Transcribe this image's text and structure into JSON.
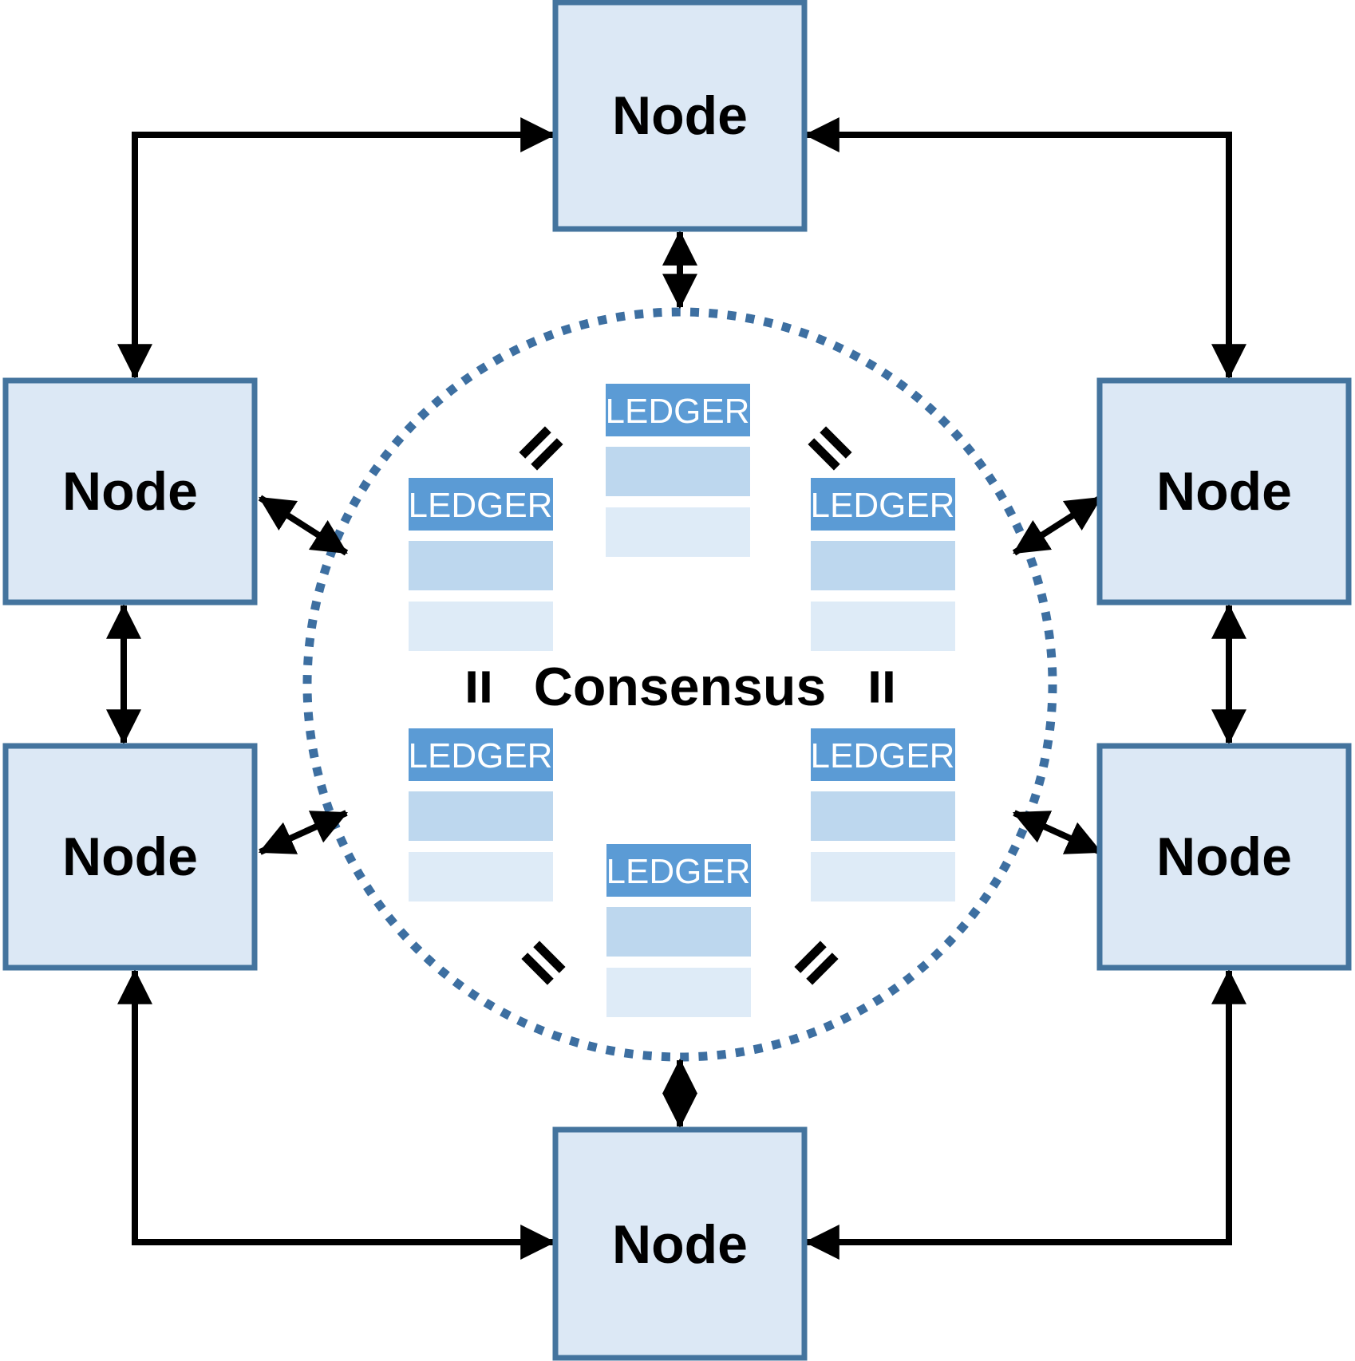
{
  "center": {
    "label": "Consensus"
  },
  "nodes": [
    {
      "id": "top",
      "label": "Node"
    },
    {
      "id": "left-upper",
      "label": "Node"
    },
    {
      "id": "right-upper",
      "label": "Node"
    },
    {
      "id": "left-lower",
      "label": "Node"
    },
    {
      "id": "right-lower",
      "label": "Node"
    },
    {
      "id": "bottom",
      "label": "Node"
    }
  ],
  "ledgers": [
    {
      "id": "top-center",
      "title": "LEDGER"
    },
    {
      "id": "left-upper",
      "title": "LEDGER"
    },
    {
      "id": "right-upper",
      "title": "LEDGER"
    },
    {
      "id": "left-lower",
      "title": "LEDGER"
    },
    {
      "id": "right-lower",
      "title": "LEDGER"
    },
    {
      "id": "bottom-center",
      "title": "LEDGER"
    }
  ],
  "icons": {
    "equals": "equals-sign",
    "arrow": "double-headed-arrow",
    "ring": "dotted-circle"
  },
  "colors": {
    "background": "#FFFFFF",
    "node_fill": "#DCE8F5",
    "node_border": "#44749E",
    "ledger_header": "#5B9BD5",
    "ledger_row_mid": "#BDD7EE",
    "ledger_row_light": "#DEEBF7",
    "ledger_text": "#FFFFFF",
    "ring_dot": "#3D6FA1",
    "arrow": "#000000",
    "label_text": "#000000"
  }
}
